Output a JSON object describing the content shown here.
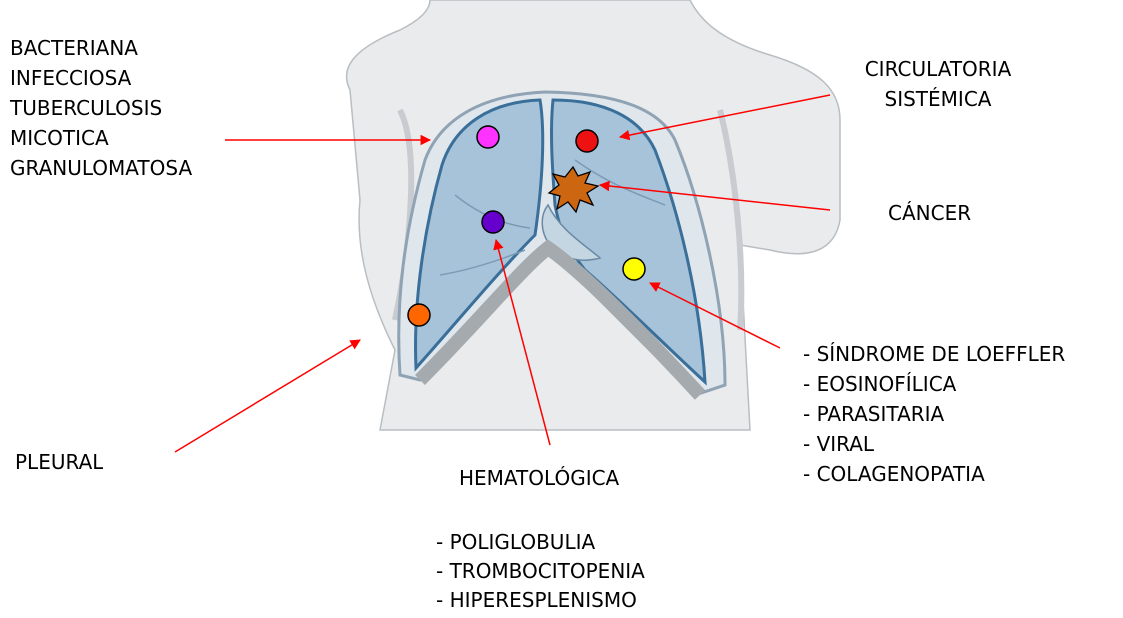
{
  "categories": {
    "infectious": {
      "lines": [
        "BACTERIANA",
        "INFECCIOSA",
        "TUBERCULOSIS",
        "MICOTICA",
        "GRANULOMATOSA"
      ],
      "marker_color": "#ff33ff"
    },
    "circulatory": {
      "lines": [
        "CIRCULATORIA",
        "SISTÉMICA"
      ],
      "marker_color": "#ee1111"
    },
    "cancer": {
      "label": "CÁNCER",
      "marker_color": "#cc6611"
    },
    "eosinophilic": {
      "lines": [
        "- SÍNDROME DE LOEFFLER",
        "- EOSINOFÍLICA",
        "- PARASITARIA",
        "- VIRAL",
        "- COLAGENOPATIA"
      ],
      "marker_color": "#ffff00"
    },
    "pleural": {
      "label": "PLEURAL",
      "marker_color": "#ff6600"
    },
    "hematologic": {
      "label": "HEMATOLÓGICA",
      "lines": [
        "- POLIGLOBULIA",
        "- TROMBOCITOPENIA",
        "- HIPERESPLENISMO"
      ],
      "marker_color": "#6600cc"
    }
  },
  "colors": {
    "arrow": "#ff0000",
    "lung_fill": "#a7c3da",
    "lung_outline": "#3a6f9a",
    "body_fill": "#e9ebec"
  }
}
